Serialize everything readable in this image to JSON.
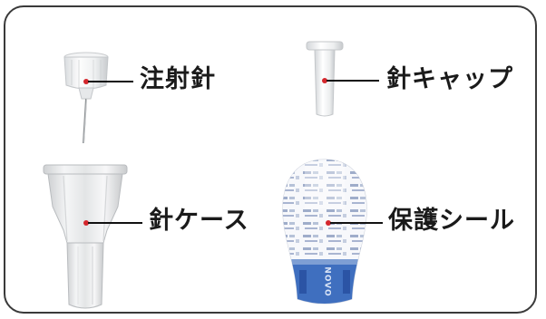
{
  "parts": {
    "needle": {
      "label": "注射針"
    },
    "needle_cap": {
      "label": "針キャップ"
    },
    "needle_case": {
      "label": "針ケース"
    },
    "protective_seal": {
      "label": "保護シール",
      "print_text": "NOVO"
    }
  },
  "colors": {
    "leader_dot": "#d4262c",
    "seal_blue": "#3f6fbf",
    "frame": "#3a3a3a"
  }
}
